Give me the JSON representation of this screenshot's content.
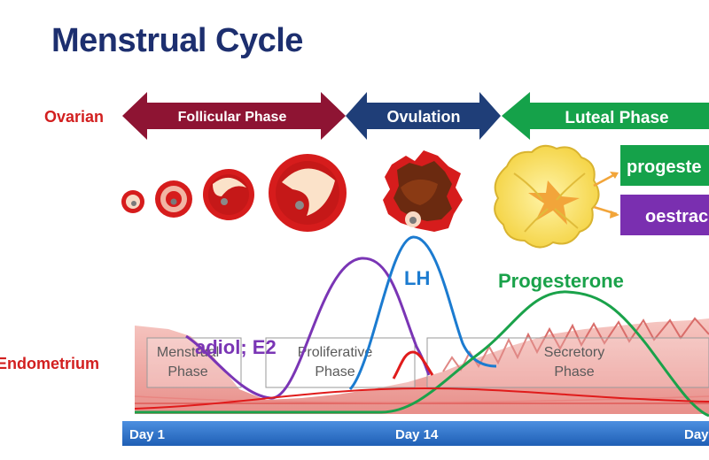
{
  "title": "Menstrual Cycle",
  "ovarian_label": "Ovarian",
  "endometrium_label": "Endometrium",
  "phases": {
    "follicular": "Follicular Phase",
    "ovulation": "Ovulation",
    "luteal": "Luteal Phase"
  },
  "hormone_boxes": {
    "progesterone": "progeste",
    "oestradiol": "oestrac"
  },
  "curves": {
    "estradiol": "adiol; E2",
    "lh": "LH",
    "progesterone": "Progesterone"
  },
  "endometrium_phases": {
    "menstrual_line1": "Menstrual",
    "menstrual_line2": "Phase",
    "proliferative_line1": "Proliferative",
    "proliferative_line2": "Phase",
    "secretory_line1": "Secretory",
    "secretory_line2": "Phase"
  },
  "days": {
    "start": "Day 1",
    "mid": "Day 14",
    "end": "Day"
  },
  "colors": {
    "title": "#1d2f6f",
    "follicular_arrow": "#8e1433",
    "ovulation_arrow": "#1f3e78",
    "luteal_arrow": "#15a24a",
    "progesterone_box": "#15a24a",
    "oestradiol_box": "#7a2fb0",
    "estradiol_curve": "#7a35b5",
    "lh_curve": "#1b7bd0",
    "progesterone_curve": "#1aa24a",
    "side_label": "#d21f1f",
    "day_bar": "#2b6fc4"
  }
}
